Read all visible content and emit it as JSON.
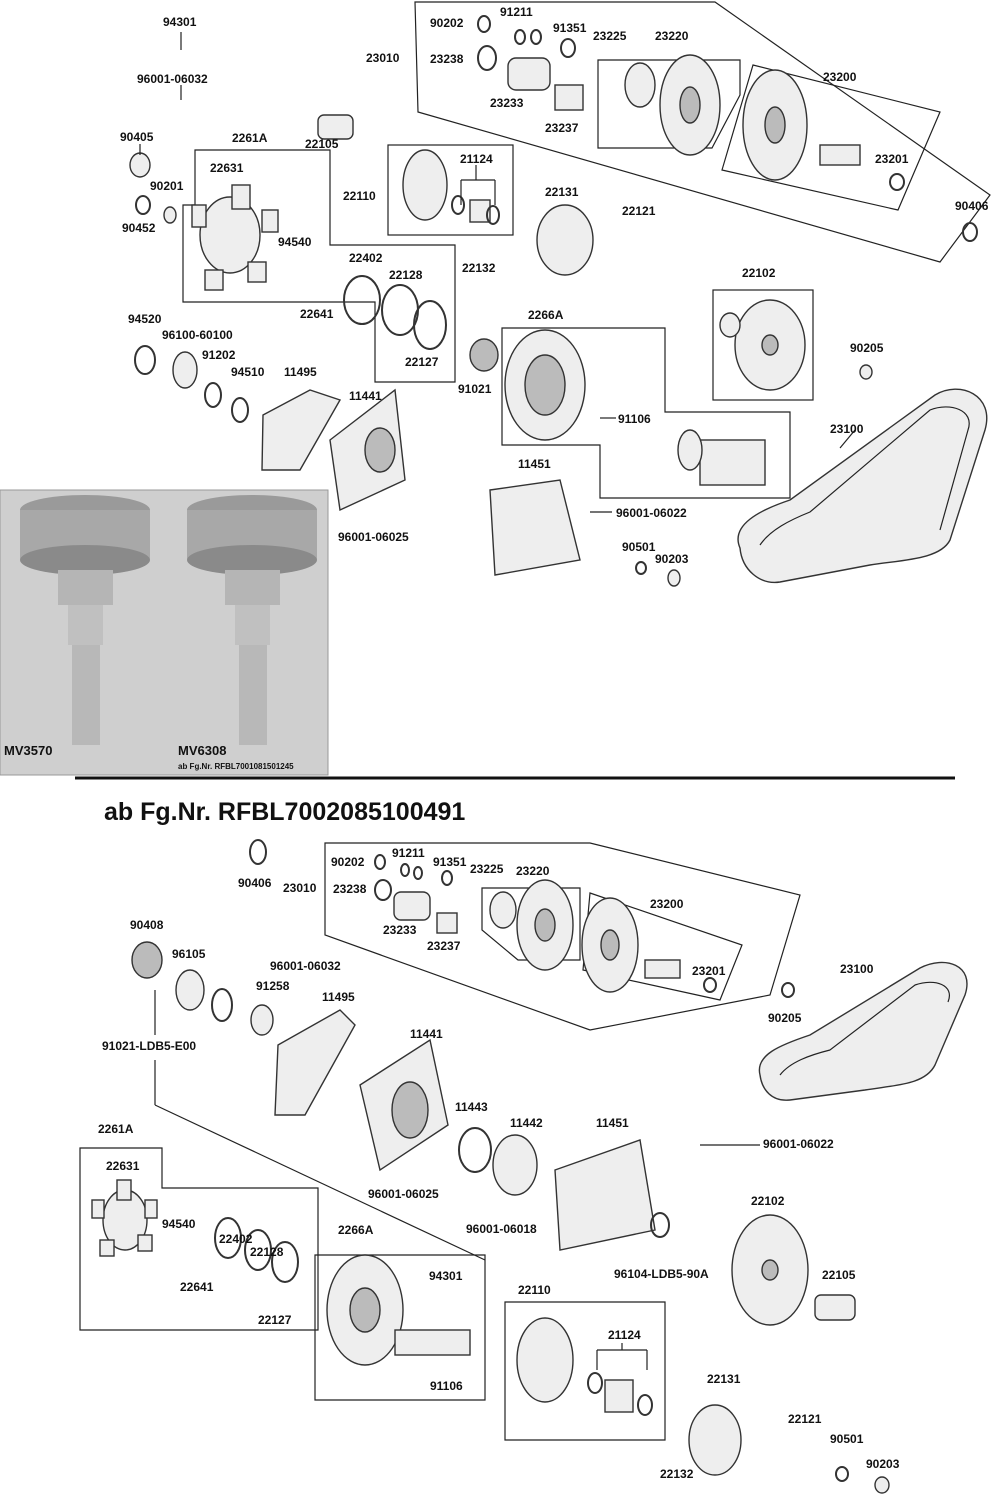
{
  "diagram": {
    "section_heading": "ab Fg.Nr. RFBL7002085100491",
    "photo": {
      "left_label": "MV3570",
      "right_label": "MV6308",
      "right_sublabel": "ab Fg.Nr. RFBL7001081501245"
    },
    "top_labels": {
      "p94301": "94301",
      "p96001_06032": "96001-06032",
      "p90405": "90405",
      "p90201": "90201",
      "p90452": "90452",
      "p2261A": "2261A",
      "p22631": "22631",
      "p94540": "94540",
      "p22402": "22402",
      "p22128": "22128",
      "p22641": "22641",
      "p22127": "22127",
      "p22105": "22105",
      "p22110": "22110",
      "p21124": "21124",
      "p22131": "22131",
      "p22121": "22121",
      "p22132": "22132",
      "p23010": "23010",
      "p90202": "90202",
      "p91211": "91211",
      "p91351": "91351",
      "p23225": "23225",
      "p23220": "23220",
      "p23238": "23238",
      "p23233": "23233",
      "p23237": "23237",
      "p23200": "23200",
      "p23201": "23201",
      "p90406": "90406",
      "p22102": "22102",
      "p90205": "90205",
      "p94520": "94520",
      "p96100_60100": "96100-60100",
      "p91202": "91202",
      "p94510": "94510",
      "p11495": "11495",
      "p11441": "11441",
      "p91021": "91021",
      "p2266A": "2266A",
      "p91106": "91106",
      "p23100": "23100",
      "p11451": "11451",
      "p96001_06022": "96001-06022",
      "p96001_06025": "96001-06025",
      "p90501": "90501",
      "p90203": "90203"
    },
    "bottom_labels": {
      "p90406": "90406",
      "p23010": "23010",
      "p90202": "90202",
      "p91211": "91211",
      "p91351": "91351",
      "p23225": "23225",
      "p23220": "23220",
      "p23238": "23238",
      "p23233": "23233",
      "p23237": "23237",
      "p23200": "23200",
      "p23201": "23201",
      "p23100": "23100",
      "p90205": "90205",
      "p90408": "90408",
      "p96105": "96105",
      "p96001_06032": "96001-06032",
      "p91258": "91258",
      "p11495": "11495",
      "p91021_LDB5_E00": "91021-LDB5-E00",
      "p11441": "11441",
      "p11443": "11443",
      "p11442": "11442",
      "p11451": "11451",
      "p96001_06022": "96001-06022",
      "p96001_06025": "96001-06025",
      "p96001_06018": "96001-06018",
      "p96104_LDB5_90A": "96104-LDB5-90A",
      "p22102": "22102",
      "p2261A": "2261A",
      "p22631": "22631",
      "p94540": "94540",
      "p22402": "22402",
      "p22128": "22128",
      "p22641": "22641",
      "p22127": "22127",
      "p2266A": "2266A",
      "p94301": "94301",
      "p91106": "91106",
      "p22110": "22110",
      "p21124": "21124",
      "p22105": "22105",
      "p22131": "22131",
      "p22121": "22121",
      "p90501": "90501",
      "p22132": "22132",
      "p90203": "90203"
    }
  }
}
